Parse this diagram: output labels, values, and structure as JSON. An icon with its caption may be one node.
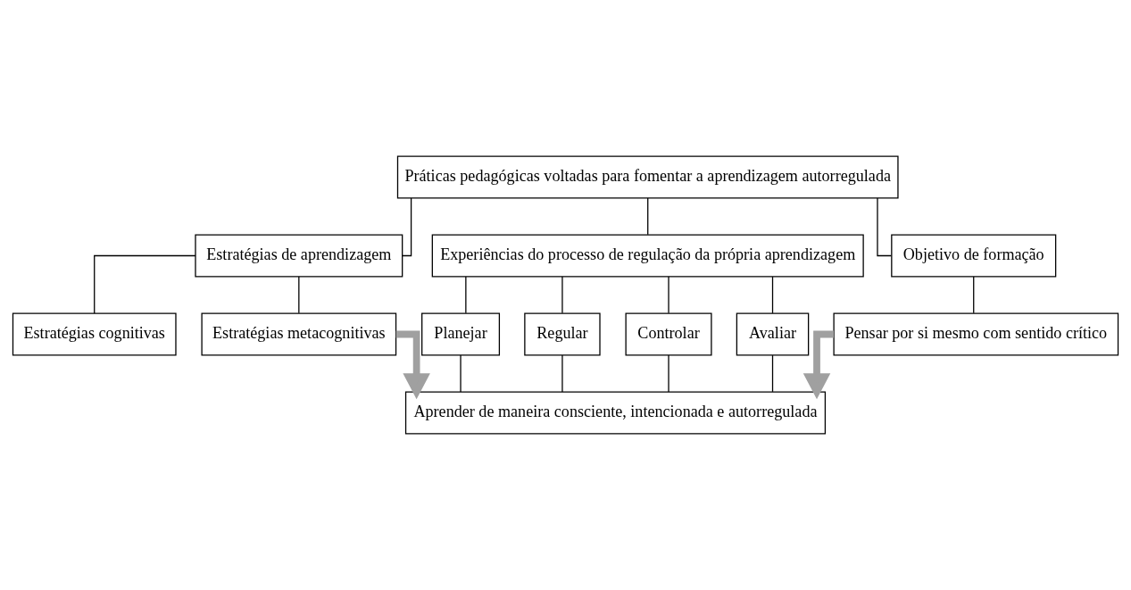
{
  "diagram": {
    "nodes": [
      {
        "text": [
          "Práticas pedagógicas voltadas para fomentar a aprendizagem autorregulada"
        ]
      },
      {
        "text": [
          "Estratégias de aprendizagem"
        ]
      },
      {
        "text": [
          "Estratégias cognitivas"
        ]
      },
      {
        "text": [
          "Estratégias metacognitivas"
        ]
      },
      {
        "text": [
          "Experiências do processo de regulação da própria aprendizagem"
        ]
      },
      {
        "text": [
          "Objetivo de formação"
        ]
      },
      {
        "text": [
          "Pensar por si mesmo com sentido crítico"
        ]
      },
      {
        "text": [
          "Planejar"
        ]
      },
      {
        "text": [
          "Regular"
        ]
      },
      {
        "text": [
          "Controlar"
        ]
      },
      {
        "text": [
          "Avaliar"
        ]
      },
      {
        "text": [
          "Aprender de maneira consciente, intencionada e autorregulada"
        ]
      }
    ],
    "edges": [
      {
        "from": 0,
        "to": 1,
        "arrow": "none"
      },
      {
        "from": 0,
        "to": 4,
        "arrow": "none"
      },
      {
        "from": 0,
        "to": 5,
        "arrow": "none"
      },
      {
        "from": 1,
        "to": 2,
        "arrow": "none"
      },
      {
        "from": 1,
        "to": 3,
        "arrow": "none"
      },
      {
        "from": 5,
        "to": 6,
        "arrow": "none"
      },
      {
        "from": 4,
        "to": 7,
        "arrow": "none"
      },
      {
        "from": 4,
        "to": 8,
        "arrow": "none"
      },
      {
        "from": 4,
        "to": 9,
        "arrow": "none"
      },
      {
        "from": 4,
        "to": 10,
        "arrow": "none"
      },
      {
        "from": 7,
        "to": 11,
        "arrow": "none"
      },
      {
        "from": 8,
        "to": 11,
        "arrow": "none"
      },
      {
        "from": 9,
        "to": 11,
        "arrow": "none"
      },
      {
        "from": 10,
        "to": 11,
        "arrow": "none"
      },
      {
        "from": 3,
        "to": 11,
        "arrow": "to",
        "style": "thick",
        "color": "#a0a0a0"
      },
      {
        "from": 6,
        "to": 11,
        "arrow": "to",
        "style": "thick",
        "color": "#a0a0a0"
      }
    ]
  }
}
